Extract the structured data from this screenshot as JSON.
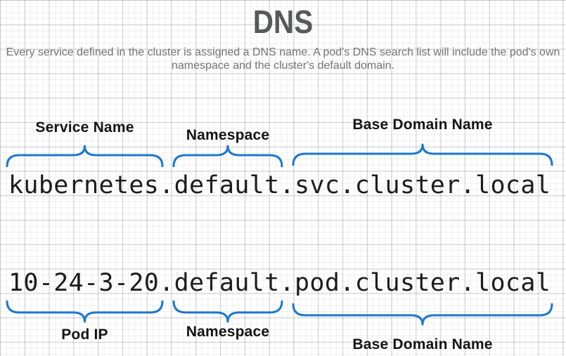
{
  "title": "DNS",
  "subtitle": "Every service defined in the cluster is assigned a DNS name. A pod's DNS search list will include the pod's own namespace and the cluster's default domain.",
  "colors": {
    "brace_blue": "#1b78cf",
    "title_gray": "#58595b",
    "subtitle_gray": "#737477",
    "label_black": "#141414",
    "fqdn_black": "#1c1c1c"
  },
  "rows": {
    "service": {
      "fqdn": "kubernetes.default.svc.cluster.local",
      "labels": {
        "first": "Service Name",
        "middle": "Namespace",
        "last": "Base Domain Name"
      }
    },
    "pod": {
      "fqdn": "10-24-3-20.default.pod.cluster.local",
      "labels": {
        "first": "Pod IP",
        "middle": "Namespace",
        "last": "Base Domain Name"
      }
    }
  }
}
